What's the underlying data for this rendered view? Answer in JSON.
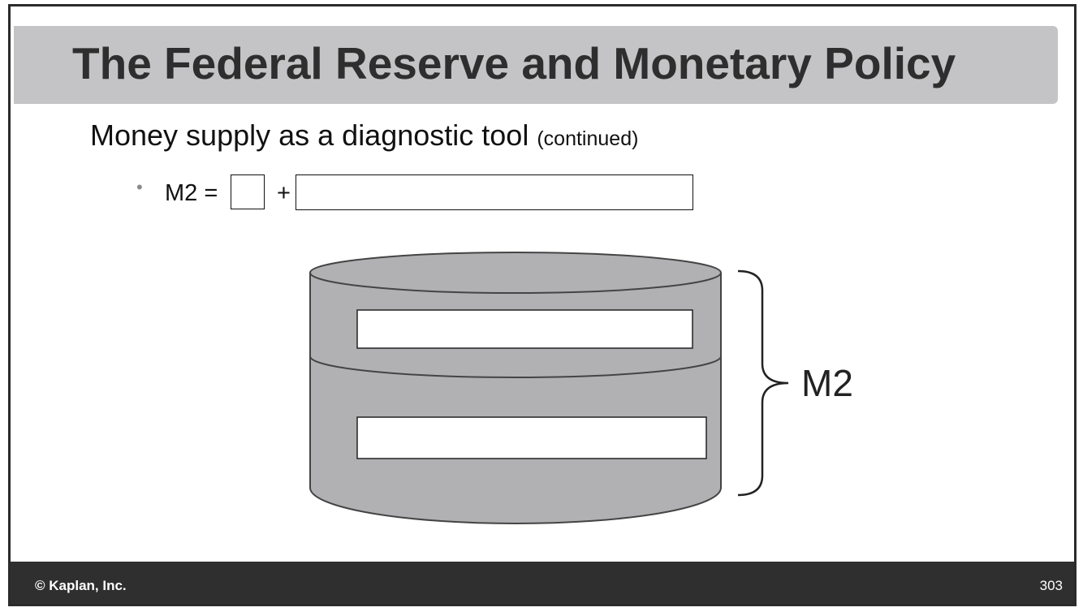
{
  "slide": {
    "title": "The Federal Reserve and Monetary Policy",
    "subtitle_main": "Money supply as a diagnostic tool",
    "subtitle_note": "(continued)",
    "bullet_marker": "•",
    "equation": {
      "lhs": "M2 =",
      "operator": "+",
      "blank_1": "",
      "blank_2": ""
    },
    "diagram": {
      "brace_label": "M2",
      "top_blank": "",
      "bottom_blank": ""
    },
    "footer": {
      "copyright": "© Kaplan, Inc.",
      "page_number": "303"
    }
  },
  "colors": {
    "title_bar": "#c4c4c6",
    "cylinder_fill": "#b1b1b4",
    "footer": "#2f2f2f"
  }
}
